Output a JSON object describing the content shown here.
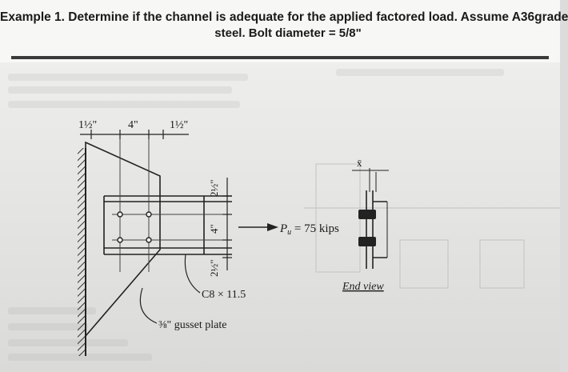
{
  "problem": {
    "line1_prefix": "Example 1.",
    "line1_rest": " Determine if the channel is adequate for the applied factored load.  Assume A36grade",
    "line2": "steel. Bolt diameter = 5/8\""
  },
  "figure": {
    "dim_edge_left": "1½\"",
    "dim_spacing": "4\"",
    "dim_edge_right": "1½\"",
    "dim_vert_top": "2½\"",
    "dim_vert_mid": "4\"",
    "dim_vert_bot": "2½\"",
    "load_symbol": "P",
    "load_subscript": "u",
    "load_value": " = 75 kips",
    "channel_label": "C8 × 11.5",
    "plate_label": "⅜\" gusset plate",
    "end_view_label": "End view",
    "end_view_dim": "x̄"
  }
}
